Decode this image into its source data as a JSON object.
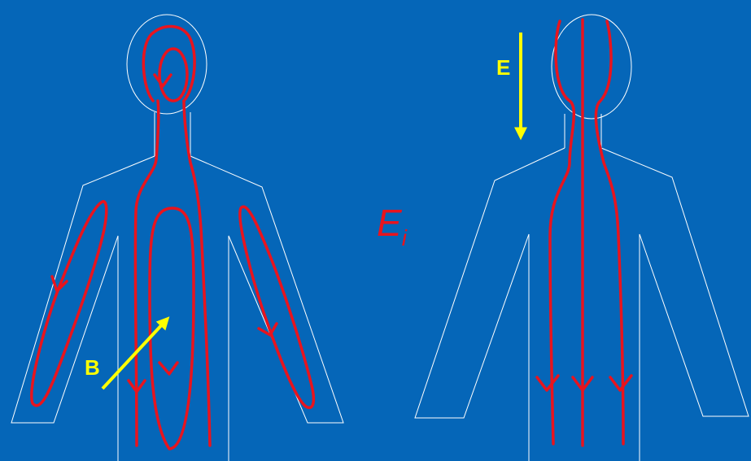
{
  "colors": {
    "background": "#0566b8",
    "outline": "#ffffff",
    "current": "#e8141e",
    "field_arrow": "#ffff00",
    "induced_label": "#e8141e"
  },
  "labels": {
    "magnetic_field": "B",
    "electric_field": "E",
    "induced_field_symbol": "E",
    "induced_field_subscript": "i"
  }
}
